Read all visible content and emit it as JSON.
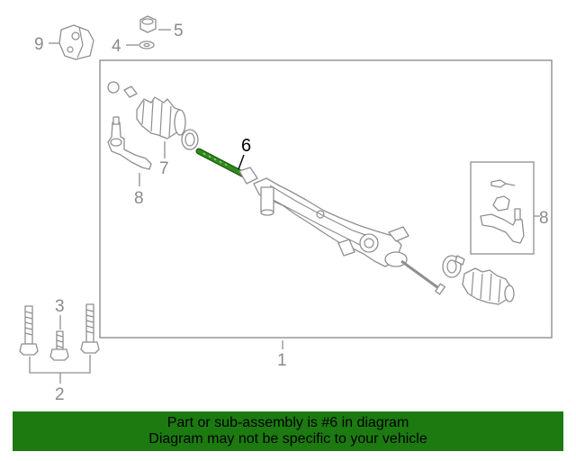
{
  "callouts": {
    "c1": "1",
    "c2": "2",
    "c3": "3",
    "c4": "4",
    "c5": "5",
    "c6": "6",
    "c7": "7",
    "c8_left": "8",
    "c8_right": "8",
    "c9": "9"
  },
  "banner": {
    "line1": "Part or sub-assembly is #6 in diagram",
    "line2": "Diagram may not be specific to your vehicle",
    "color": "#1c7a10"
  },
  "highlight_color": "#2e8b1e"
}
